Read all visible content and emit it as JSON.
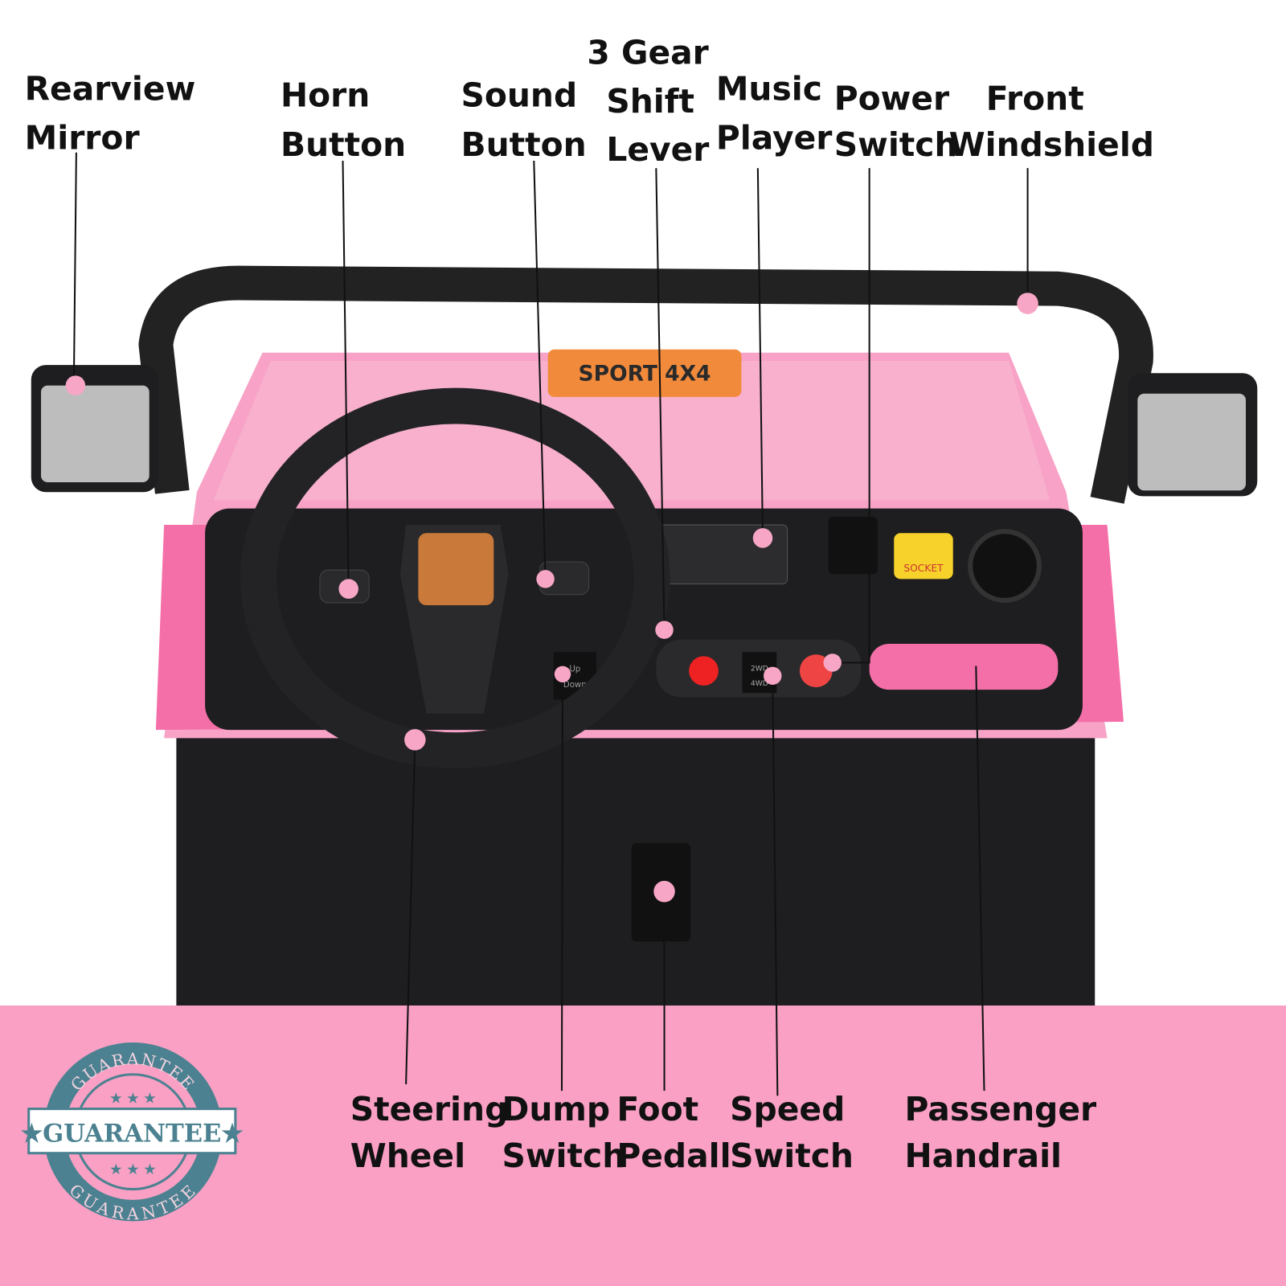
{
  "colors": {
    "band": "#f9a0c4",
    "body_pink": "#f46fa8",
    "dark": "#1c1c1e",
    "dot": "#f7a6c6",
    "stamp": "#4b8190"
  },
  "labels_top": [
    {
      "line1": "Rearview",
      "line2": "Mirror"
    },
    {
      "line1": "Horn",
      "line2": "Button"
    },
    {
      "line1": "Sound",
      "line2": "Button"
    },
    {
      "line1": "3 Gear",
      "line2": "Shift",
      "line3": "Lever"
    },
    {
      "line1": "Music",
      "line2": "Player"
    },
    {
      "line1": "Power",
      "line2": "Switch"
    },
    {
      "line1": "Front",
      "line2": "Windshield"
    }
  ],
  "labels_bottom": [
    {
      "line1": "Steering",
      "line2": "Wheel"
    },
    {
      "line1": "Dump",
      "line2": "Switch"
    },
    {
      "line1": "Foot",
      "line2": "Pedall"
    },
    {
      "line1": "Speed",
      "line2": "Switch"
    },
    {
      "line1": "Passenger",
      "line2": "Handrail"
    }
  ],
  "stamp": {
    "arc_text": "GUARANTEE",
    "banner": "★GUARANTEE★"
  },
  "car_decals": {
    "hood": "SPORT 4X4",
    "socket": "SOCKET",
    "dump_up": "Up",
    "dump_down": "Down",
    "speed_2wd": "2WD",
    "speed_4wd": "4WD"
  }
}
